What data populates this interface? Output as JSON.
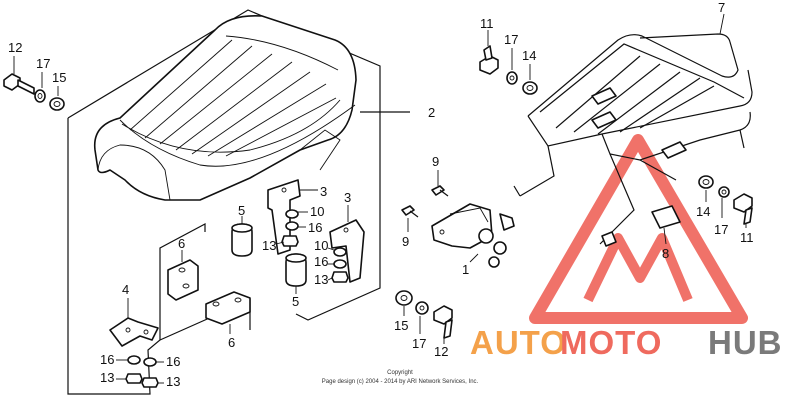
{
  "diagram": {
    "callouts": {
      "c1": "1",
      "c2": "2",
      "c3a": "3",
      "c3b": "3",
      "c4": "4",
      "c5a": "5",
      "c5b": "5",
      "c6a": "6",
      "c6b": "6",
      "c7": "7",
      "c8": "8",
      "c9a": "9",
      "c9b": "9",
      "c10a": "10",
      "c10b": "10",
      "c11a": "11",
      "c11b": "11",
      "c12a": "12",
      "c12b": "12",
      "c13a": "13",
      "c13b": "13",
      "c13c": "13",
      "c13d": "13",
      "c14a": "14",
      "c14b": "14",
      "c15a": "15",
      "c15b": "15",
      "c16a": "16",
      "c16b": "16",
      "c16c": "16",
      "c16d": "16",
      "c17a": "17",
      "c17b": "17",
      "c17c": "17",
      "c17d": "17"
    },
    "copyright": {
      "line1": "Copyright",
      "line2": "Page design (c) 2004 - 2014 by ARI Network Services, Inc."
    }
  },
  "watermark": {
    "part1": "AUTO",
    "part2": "MOTO",
    "part3": "HUB",
    "colors": {
      "part1": "#f4a14a",
      "part2": "#ef6a5e",
      "part3": "#7a7a7a",
      "triangle": "#ee5a4f"
    }
  }
}
